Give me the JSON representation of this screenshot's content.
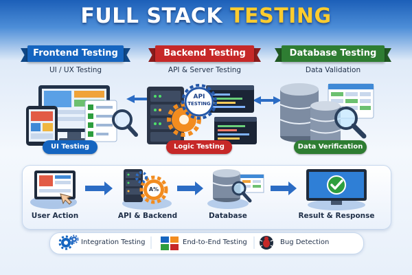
{
  "title_main": "FULL STACK",
  "title_accent": "TESTING",
  "sections": [
    {
      "name": "Frontend Testing",
      "subtitle": "UI / UX Testing",
      "badge": "UI Testing",
      "color": "#1565c0"
    },
    {
      "name": "Backend Testing",
      "subtitle": "API & Server Testing",
      "badge": "Logic Testing",
      "color": "#c62828"
    },
    {
      "name": "Database Testing",
      "subtitle": "Data Validation",
      "badge": "Data Verification",
      "color": "#2e7d32"
    }
  ],
  "api_badge": {
    "line1": "API",
    "line2": "TESTING"
  },
  "flow_steps": [
    "User Action",
    "API & Backend",
    "Database",
    "Result & Response"
  ],
  "gear_badge": "A%",
  "legend": [
    "Integration Testing",
    "End-to-End Testing",
    "Bug Detection"
  ],
  "colors": {
    "frontend": "#1565c0",
    "backend": "#c62828",
    "database": "#2e7d32",
    "accent_yellow": "#ffcc2e",
    "check_green": "#2e9e3e"
  }
}
